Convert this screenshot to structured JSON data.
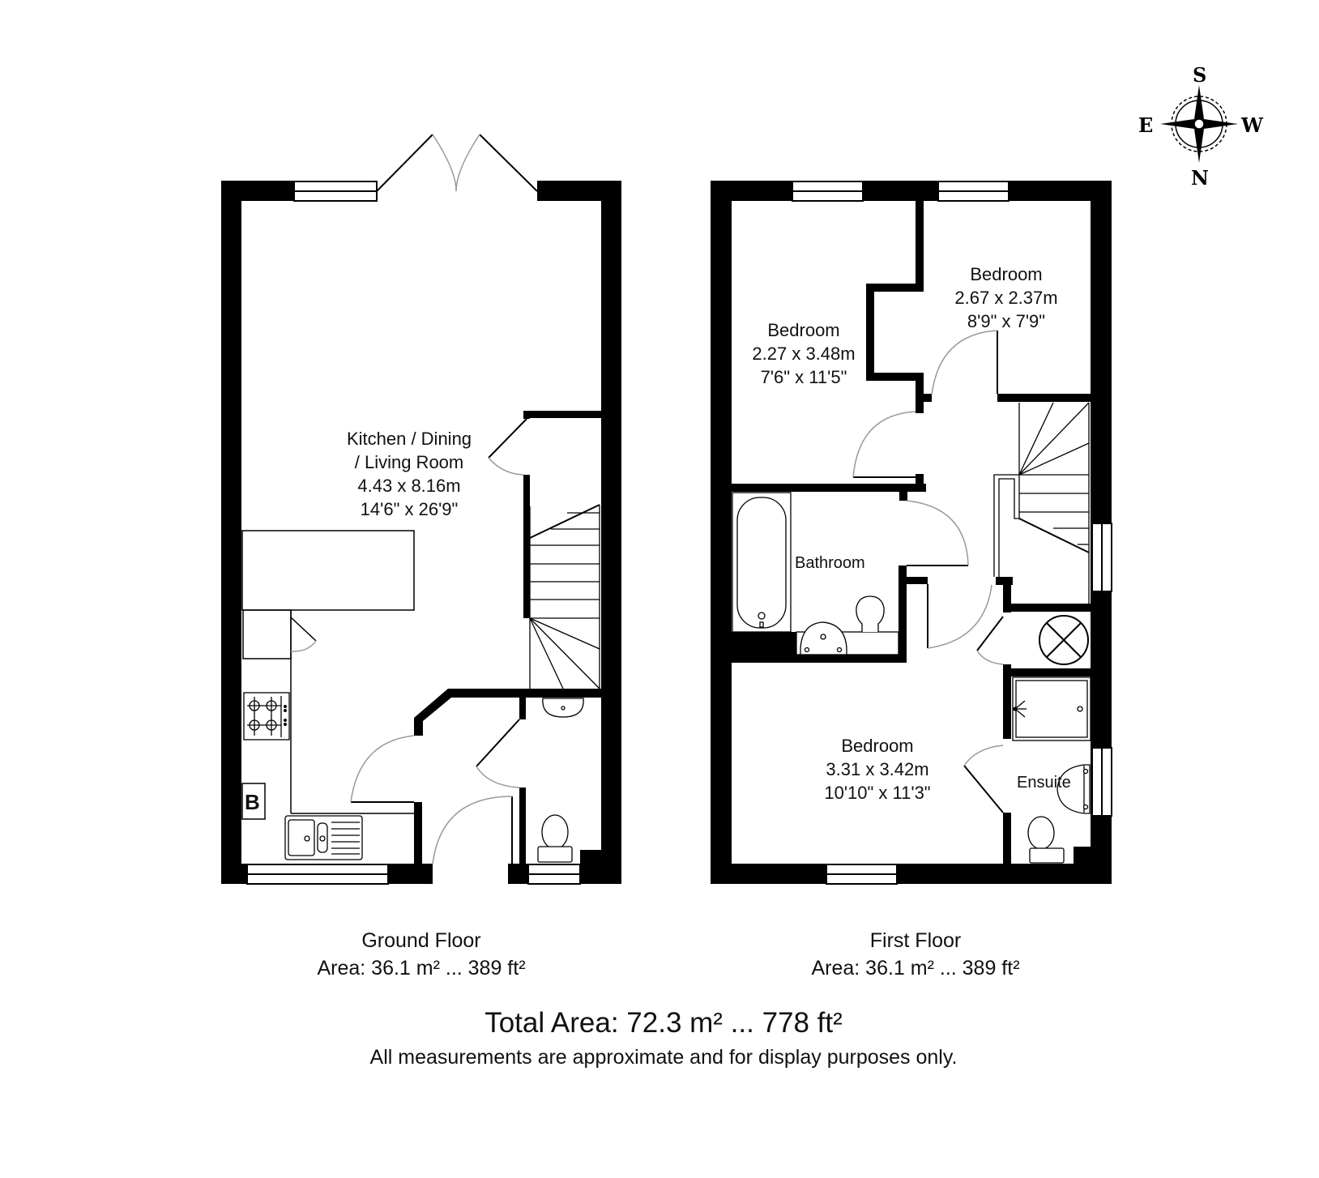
{
  "compass": {
    "top": "S",
    "bottom": "N",
    "left": "E",
    "right": "W"
  },
  "ground_floor": {
    "title": "Ground Floor",
    "area": "Area: 36.1 m² ... 389 ft²",
    "rooms": [
      {
        "name_line1": "Kitchen / Dining",
        "name_line2": "/ Living Room",
        "metric": "4.43 x 8.16m",
        "imperial": "14'6\" x 26'9\""
      }
    ],
    "fixtures": {
      "boiler_label": "B"
    }
  },
  "first_floor": {
    "title": "First Floor",
    "area": "Area: 36.1 m² ... 389 ft²",
    "rooms": [
      {
        "name": "Bedroom",
        "metric": "2.27 x 3.48m",
        "imperial": "7'6\" x 11'5\""
      },
      {
        "name": "Bedroom",
        "metric": "2.67 x 2.37m",
        "imperial": "8'9\" x 7'9\""
      },
      {
        "name": "Bathroom"
      },
      {
        "name": "Bedroom",
        "metric": "3.31 x 3.42m",
        "imperial": "10'10\" x 11'3\""
      },
      {
        "name": "Ensuite"
      }
    ]
  },
  "summary": {
    "total_area": "Total Area: 72.3 m² ... 778 ft²",
    "disclaimer": "All measurements are approximate and for display purposes only."
  },
  "colors": {
    "wall": "#000000",
    "background": "#ffffff",
    "door_arc": "#999999"
  }
}
